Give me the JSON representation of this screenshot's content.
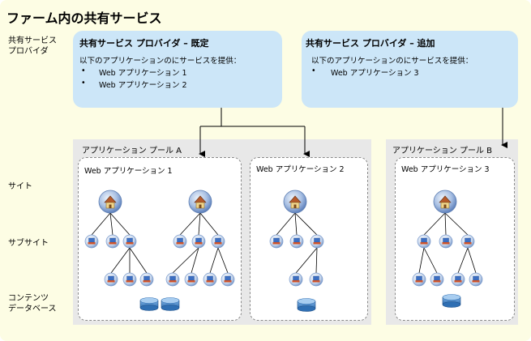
{
  "title": "ファーム内の共有サービス",
  "row_labels": {
    "ssp": [
      "共有サービス",
      "プロバイダ"
    ],
    "site": "サイト",
    "subsite": "サブサイト",
    "content_db": [
      "コンテンツ",
      "データベース"
    ]
  },
  "ssp_default": {
    "title": "共有サービス プロバイダ – 既定",
    "intro": "以下のアプリケーションのにサービスを提供：",
    "items": [
      "Web アプリケーション 1",
      "Web アプリケーション 2"
    ]
  },
  "ssp_add": {
    "title": "共有サービス プロバイダ – 追加",
    "intro": "以下のアプリケーションのにサービスを提供：",
    "items": [
      "Web アプリケーション 3"
    ]
  },
  "pools": {
    "a": "アプリケーション プール A",
    "b": "アプリケーション プール B"
  },
  "web_apps": {
    "app1": "Web アプリケーション 1",
    "app2": "Web アプリケーション 2",
    "app3": "Web アプリケーション 3"
  },
  "bullet": "•",
  "colors": {
    "farm_background": "#fdfde4",
    "ssp_box": "#cce6f8",
    "pool_background": "#e8e8e8",
    "site_icon": "#6d8fc4",
    "database": "#4a86c8"
  },
  "icons": {
    "site": "house-globe-icon",
    "subsite": "page-node-icon",
    "database": "database-icon"
  }
}
